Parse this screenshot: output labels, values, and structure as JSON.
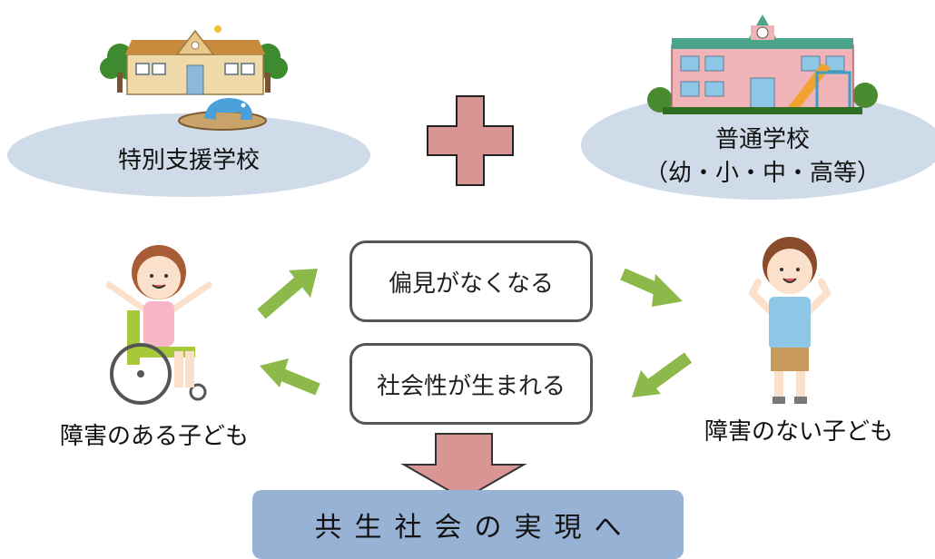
{
  "left_school": {
    "label": "特別支援学校"
  },
  "right_school": {
    "label_line1": "普通学校",
    "label_line2": "（幼・小・中・高等）"
  },
  "child_with_disability": {
    "label": "障害のある子ども"
  },
  "child_without_disability": {
    "label": "障害のない子ども"
  },
  "top_box": {
    "text": "偏見がなくなる"
  },
  "bottom_box": {
    "text": "社会性が生まれる"
  },
  "goal": {
    "text": "共生社会の実現へ"
  },
  "colors": {
    "ellipse": "#cfdbe8",
    "plus": "#d99494",
    "green_arrow": "#8db84a",
    "down_arrow": "#d99494",
    "goal_bg": "#98b2d6"
  }
}
